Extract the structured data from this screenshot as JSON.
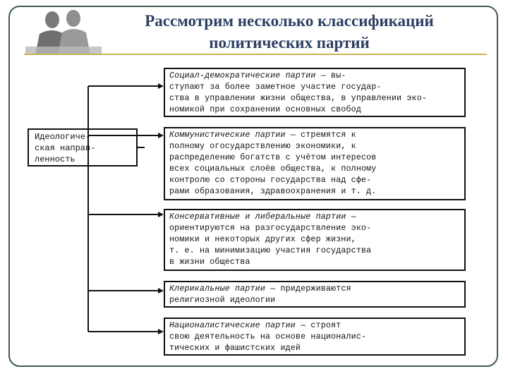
{
  "title": {
    "line1": "Рассмотрим несколько классификаций",
    "line2": "политических партий"
  },
  "logo_icon": "people-silhouette-icon",
  "root": {
    "line1": "Идеологиче-",
    "line2": "ская направ-",
    "line3": "ленность"
  },
  "parties": [
    {
      "lead": "Социал-демократические партии",
      "line1_rest": " — вы-",
      "lines": [
        "ступают за более заметное участие государ-",
        "ства в управлении жизни общества, в управлении эко-",
        "номикой при сохранении основных свобод"
      ]
    },
    {
      "lead": "Коммунистические партии",
      "line1_rest": " — стремятся к",
      "lines": [
        "полному огосударствлению экономики, к",
        "распределению богатств с учётом интересов",
        "всех социальных слоёв общества, к полному",
        "контролю со стороны государства над сфе-",
        "рами образования, здравоохранения и т. д."
      ]
    },
    {
      "lead": "Консервативные и либеральные партии",
      "line1_rest": " —",
      "lines": [
        "ориентируются на разгосударствление эко-",
        "номики и некоторых других сфер жизни,",
        "т. е. на минимизацию участия государства",
        "в жизни общества"
      ]
    },
    {
      "lead": "Клерикальные партии",
      "line1_rest": " — придерживаются",
      "lines": [
        "религиозной идеологии"
      ]
    },
    {
      "lead": "Националистические партии",
      "line1_rest": " — строят",
      "lines": [
        "свою деятельность на основе националис-",
        "тических и фашистских идей"
      ]
    }
  ]
}
